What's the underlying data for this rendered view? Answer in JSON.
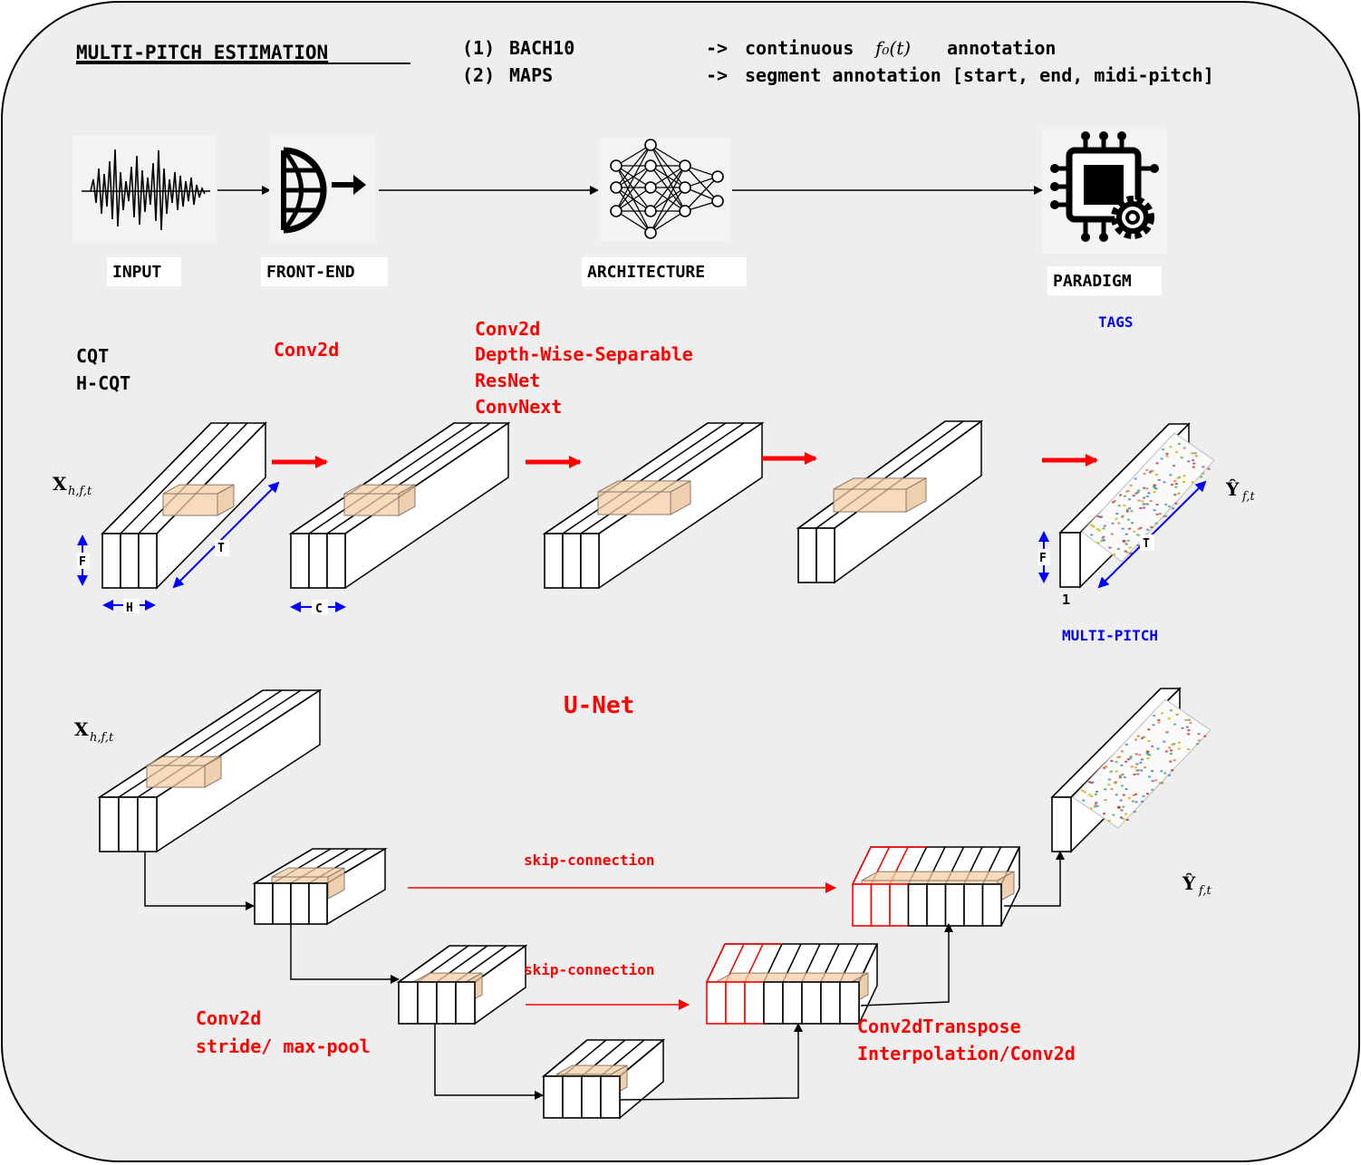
{
  "header": {
    "title": "MULTI-PITCH ESTIMATION",
    "datasets": [
      {
        "id": "(1)",
        "name": "BACH10",
        "arrow": "->",
        "annotation_prefix": "continuous",
        "annotation_math": "f₀(t)",
        "annotation_suffix": "annotation"
      },
      {
        "id": "(2)",
        "name": "MAPS",
        "arrow": "->",
        "annotation_prefix": "segment annotation [start, end, midi-pitch]",
        "annotation_math": "",
        "annotation_suffix": ""
      }
    ]
  },
  "pipeline": {
    "stages": [
      {
        "label": "INPUT",
        "icon": "waveform-icon"
      },
      {
        "label": "FRONT-END",
        "icon": "globe-arrow-icon"
      },
      {
        "label": "ARCHITECTURE",
        "icon": "neural-network-icon"
      },
      {
        "label": "PARADIGM",
        "icon": "chip-gear-icon"
      }
    ],
    "input_options": [
      "CQT",
      "H-CQT"
    ],
    "frontend_options": [
      "Conv2d"
    ],
    "architecture_options": [
      "Conv2d",
      "Depth-Wise-Separable",
      "ResNet",
      "ConvNext"
    ],
    "paradigm_options": [
      "TAGS"
    ]
  },
  "tensor_row": {
    "input_symbol": "X",
    "input_subscript": "h,f,t",
    "output_symbol": "Ŷ",
    "output_subscript": "f,t",
    "dim_f": "F",
    "dim_t": "T",
    "dim_h": "H",
    "dim_c": "C",
    "output_channels": "1",
    "output_label": "MULTI-PITCH"
  },
  "unet": {
    "title": "U-Net",
    "input_symbol": "X",
    "input_subscript": "h,f,t",
    "output_symbol": "Ŷ",
    "output_subscript": "f,t",
    "skip_labels": [
      "skip-connection",
      "skip-connection"
    ],
    "down_op": [
      "Conv2d",
      "stride/ max-pool"
    ],
    "up_op": [
      "Conv2dTranspose",
      "Interpolation/Conv2d"
    ]
  },
  "colors": {
    "panel_bg": "#eeeeee",
    "highlight": "#ff0000",
    "accent_blue": "#0000ff",
    "kernel_fill": "#f5cfa6"
  }
}
